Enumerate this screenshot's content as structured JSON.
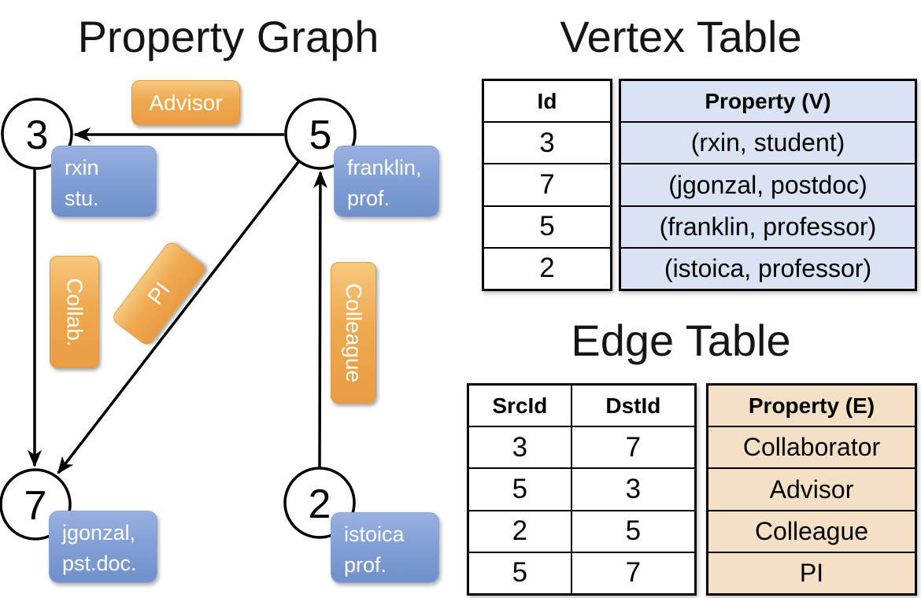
{
  "titles": {
    "graph": "Property Graph",
    "vertex": "Vertex Table",
    "edge": "Edge Table"
  },
  "graph": {
    "nodes": [
      {
        "id": "3",
        "label_line1": "rxin",
        "label_line2": "stu."
      },
      {
        "id": "5",
        "label_line1": "franklin,",
        "label_line2": "prof."
      },
      {
        "id": "7",
        "label_line1": "jgonzal,",
        "label_line2": "pst.doc."
      },
      {
        "id": "2",
        "label_line1": "istoica",
        "label_line2": "prof."
      }
    ],
    "edge_labels": {
      "advisor": "Advisor",
      "collab": "Collab.",
      "pi": "PI",
      "colleague": "Colleague"
    }
  },
  "vertex_table": {
    "headers": {
      "id": "Id",
      "property": "Property (V)"
    },
    "rows": [
      {
        "id": "3",
        "property": "(rxin, student)"
      },
      {
        "id": "7",
        "property": "(jgonzal, postdoc)"
      },
      {
        "id": "5",
        "property": "(franklin, professor)"
      },
      {
        "id": "2",
        "property": "(istoica, professor)"
      }
    ]
  },
  "edge_table": {
    "headers": {
      "src": "SrcId",
      "dst": "DstId",
      "property": "Property (E)"
    },
    "rows": [
      {
        "src": "3",
        "dst": "7",
        "property": "Collaborator"
      },
      {
        "src": "5",
        "dst": "3",
        "property": "Advisor"
      },
      {
        "src": "2",
        "dst": "5",
        "property": "Colleague"
      },
      {
        "src": "5",
        "dst": "7",
        "property": "PI"
      }
    ]
  },
  "colors": {
    "edge_label_orange": "#efa94f",
    "vertex_label_blue": "#82a0d6",
    "vertex_property_cell": "#dae3f3",
    "edge_property_cell": "#f6e0c5",
    "line_black": "#000000"
  }
}
